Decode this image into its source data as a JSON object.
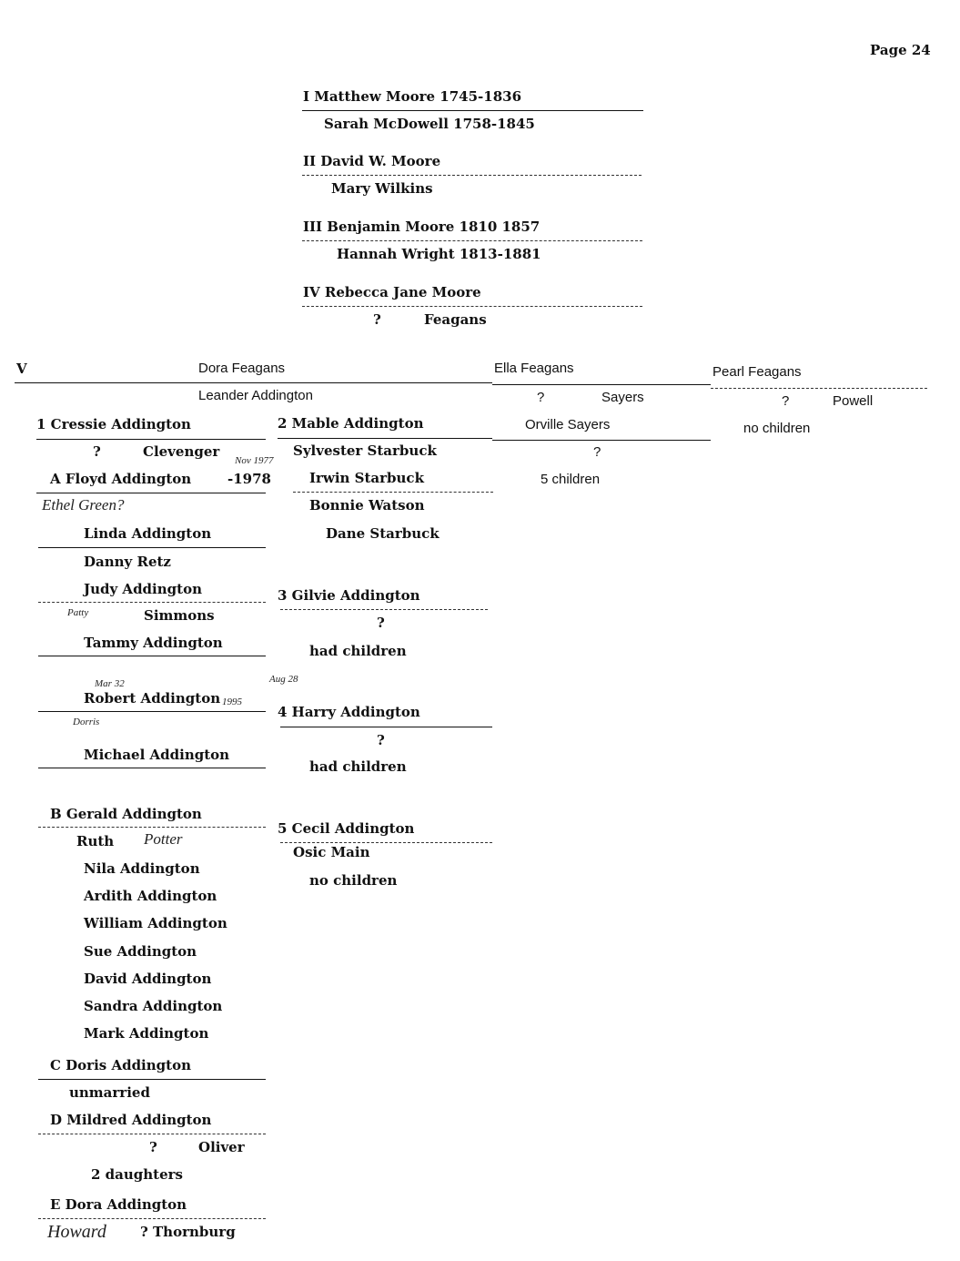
{
  "page_number": "Page 24",
  "generations": {
    "g1": {
      "head": "I  Matthew  Moore  1745-1836",
      "spouse": "Sarah McDowell 1758-1845"
    },
    "g2": {
      "head": "II  David W. Moore",
      "spouse": "Mary Wilkins"
    },
    "g3": {
      "head": "III  Benjamin Moore 1810 1857",
      "spouse": "Hannah Wright 1813-1881"
    },
    "g4": {
      "head": "IV  Rebecca Jane Moore",
      "spouse_q": "?",
      "spouse": "Feagans"
    }
  },
  "g5": {
    "numeral": "V",
    "dora": {
      "name": "Dora Feagans",
      "spouse": "Leander Addington"
    },
    "ella": {
      "name": "Ella Feagans",
      "spouse_q": "?",
      "spouse": "Sayers",
      "child": "Orville Sayers",
      "child_spouse": "?",
      "note": "5 children"
    },
    "pearl": {
      "name": "Pearl Feagans",
      "spouse_q": "?",
      "spouse": "Powell",
      "note": "no children"
    }
  },
  "cressie": {
    "name": "1 Cressie Addington",
    "spouse_q": "?",
    "spouse": "Clevenger",
    "floyd": {
      "name": "A Floyd Addington",
      "date": "-1978",
      "hw_date": "Nov 1977",
      "hw_spouse": "Ethel Green?"
    },
    "floyd_children": [
      "Linda Addington",
      "Danny Retz",
      "Judy Addington",
      "Simmons",
      "Tammy Addington",
      "Robert Addington",
      "Michael Addington"
    ],
    "hw": {
      "patty": "Patty",
      "mar": "Mar 32",
      "aug": "Aug 28",
      "yr": "1995",
      "dorris": "Dorris"
    },
    "gerald": {
      "name": "B Gerald Addington",
      "spouse": "Ruth",
      "hw_spouse": "Potter"
    },
    "gerald_children": [
      "Nila Addington",
      "Ardith Addington",
      "William Addington",
      "Sue Addington",
      "David Addington",
      "Sandra Addington",
      "Mark Addington"
    ],
    "doris": {
      "name": "C Doris Addington",
      "note": "unmarried"
    },
    "mildred": {
      "name": "D Mildred Addington",
      "spouse_q": "?",
      "spouse": "Oliver",
      "note": "2 daughters"
    },
    "dora": {
      "name": "E Dora Addington",
      "hw_spouse": "Howard",
      "spouse": "? Thornburg"
    }
  },
  "mable": {
    "name": "2 Mable Addington",
    "spouse": "Sylvester Starbuck",
    "child": "Irwin Starbuck",
    "child_spouse": "Bonnie Watson",
    "grandchild": "Dane Starbuck"
  },
  "gilvie": {
    "name": "3 Gilvie Addington",
    "spouse": "?",
    "note": "had children"
  },
  "harry": {
    "name": "4 Harry Addington",
    "spouse": "?",
    "note": "had children"
  },
  "cecil": {
    "name": "5 Cecil Addington",
    "spouse": "Osic Main",
    "note": "no children"
  }
}
